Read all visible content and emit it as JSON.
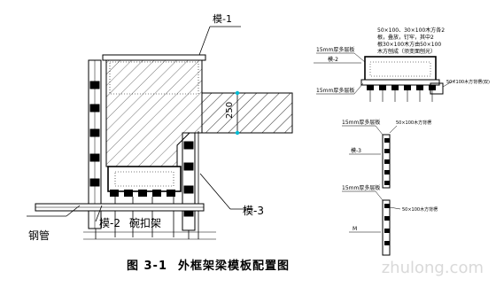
{
  "labels": {
    "mo1": "模-1",
    "mo2": "模-2",
    "mo3": "模-3",
    "koujia": "碗扣架",
    "gangguan": "钢管",
    "dim250": "250",
    "ply_a": "15mm厚多层板",
    "ply_b": "15mm厚多层板",
    "ply_c": "15mm厚多层板",
    "ply_d": "15mm厚多层板",
    "note_lines": [
      "50×100、30×100木方各2",
      "根，叠放，钉牢，其中2",
      "根30×100木方由50×100",
      "木方刨成（须变面刨光）"
    ],
    "small_mo2": "模-2",
    "small_right_a": "50×100木方背楞(双)",
    "small_mid": "50×100木方背楞",
    "small_left": "模-3",
    "small_right_b": "50×100木方背楞",
    "small_foot": "M"
  },
  "caption": {
    "figure_no": "图 3-1",
    "title": "外框架梁模板配置图"
  },
  "watermark": "zhulong.com",
  "colors": {
    "line": "#000000",
    "hatch": "#222222",
    "accent_cyan": "#00bcd4",
    "watermark": "#d9d9d9"
  }
}
